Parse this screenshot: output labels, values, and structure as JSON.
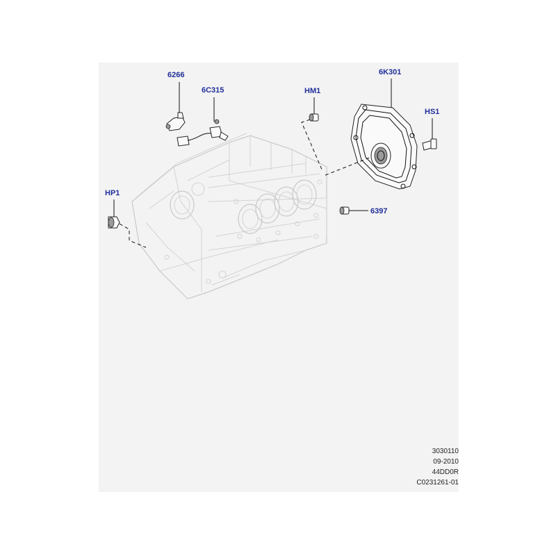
{
  "callouts": {
    "c6266": "6266",
    "c6c315": "6C315",
    "chm1": "HM1",
    "c6k301": "6K301",
    "chs1": "HS1",
    "chp1": "HP1",
    "c6397": "6397"
  },
  "footer": {
    "line1": "3030110",
    "line2": "09-2010",
    "line3": "44DD0R",
    "line4": "C0231261-01"
  },
  "colors": {
    "callout": "#1f2f9a",
    "background_panel": "#f3f3f3"
  }
}
